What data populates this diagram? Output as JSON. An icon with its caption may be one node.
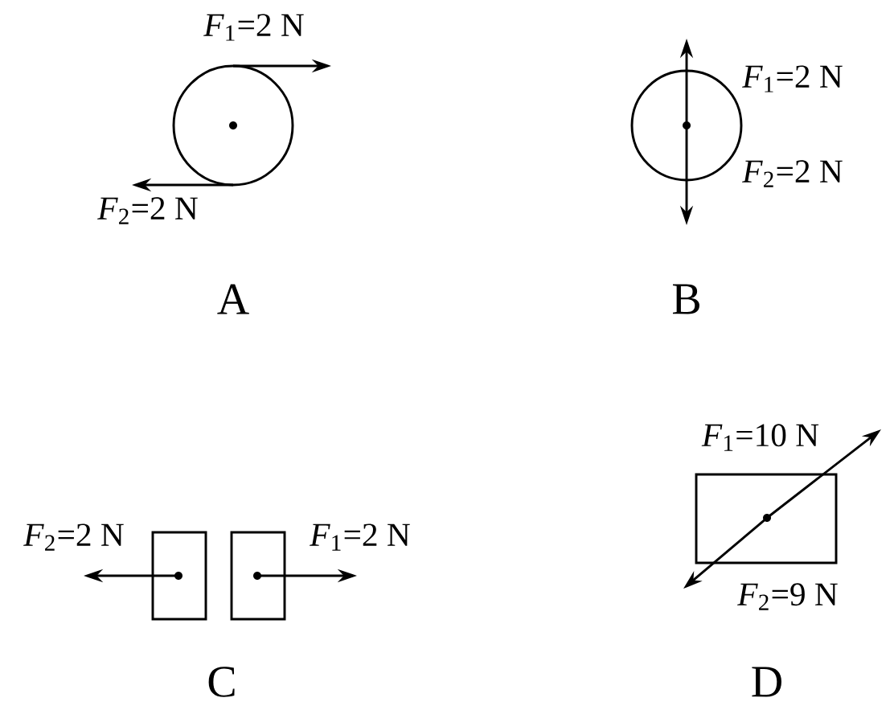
{
  "diagram": {
    "labels": [
      "*F*$_{1}$=2 N",
      "*F*$_{2}$=2 N",
      "A",
      "*F*$_{1}$=2 N",
      "*F*$_{2}$=2 N",
      "B",
      "*F*$_{2}$=2 N",
      "*F*$_{1}$=2 N",
      "C",
      "*F*$_{1}$=10 N",
      "*F*$_{2}$=9 N",
      "D"
    ]
  }
}
